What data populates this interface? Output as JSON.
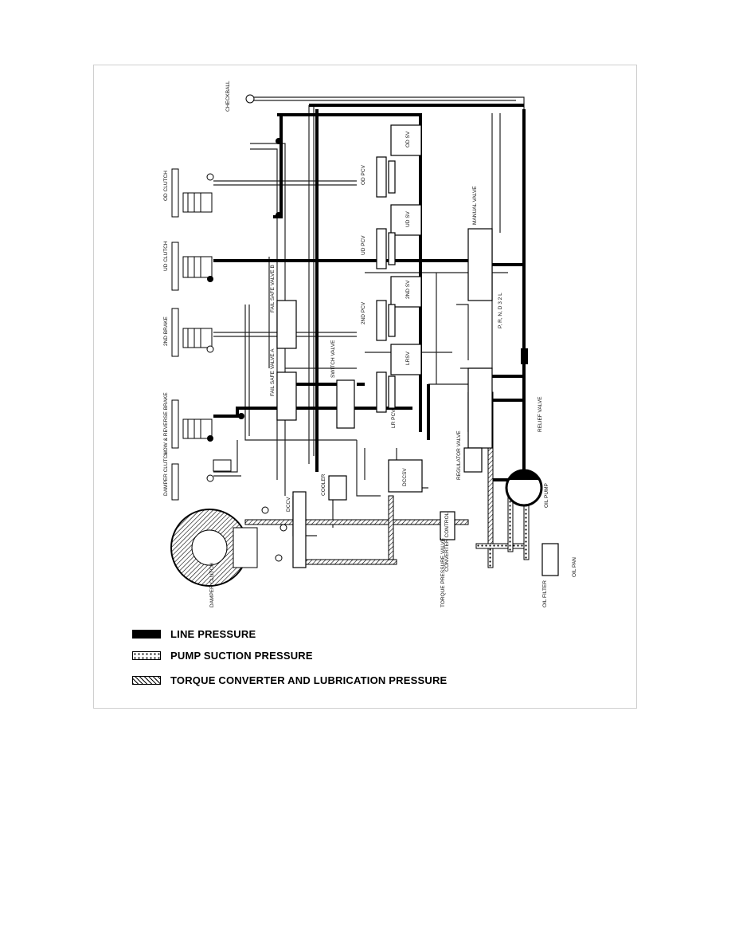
{
  "labels": {
    "checkball": "CHECKBALL",
    "od_clutch": "OD CLUTCH",
    "ud_clutch": "UD CLUTCH",
    "second_brake": "2ND BRAKE",
    "low_reverse_brake": "LOW & REVERSE BRAKE",
    "damper_clutch_top": "DAMPER CLUTCH",
    "fail_safe_valve_b": "FAIL SAFE VALVE B",
    "fail_safe_valve_a": "FAIL SAFE VALVE A",
    "od_pcv": "OD PCV",
    "ud_pcv": "UD PCV",
    "second_pcv": "2ND PCV",
    "lr_pcv": "LR PCV",
    "switch_valve": "SWITCH VALVE",
    "od_sv": "OD SV",
    "ud_sv": "UD SV",
    "second_sv": "2ND SV",
    "lr_sv": "LRSV",
    "dccsv": "DCCSV",
    "manual_valve": "MANUAL VALVE",
    "gear_range": "P, R, N, D  3  2  L",
    "regulator_valve": "REGULATOR VALVE",
    "relief_valve": "RELIEF VALVE",
    "oil_pump": "OIL PUMP",
    "cooler": "COOLER",
    "dccv": "DCCV",
    "converter_control": "CONVERTER CONTROL",
    "torque_pressure_valve": "TORQUE PRESSURE VALVE",
    "oil_filter": "OIL FILTER",
    "oil_pan": "OIL PAN",
    "damper_clutch_bottom": "DAMPER CLUTCH"
  },
  "legend": [
    {
      "label": "LINE PRESSURE",
      "pattern": "solid"
    },
    {
      "label": "PUMP SUCTION PRESSURE",
      "pattern": "dotted"
    },
    {
      "label": "TORQUE CONVERTER AND LUBRICATION PRESSURE",
      "pattern": "hatched"
    }
  ],
  "colors": {
    "line": "#000000",
    "background": "#ffffff"
  }
}
